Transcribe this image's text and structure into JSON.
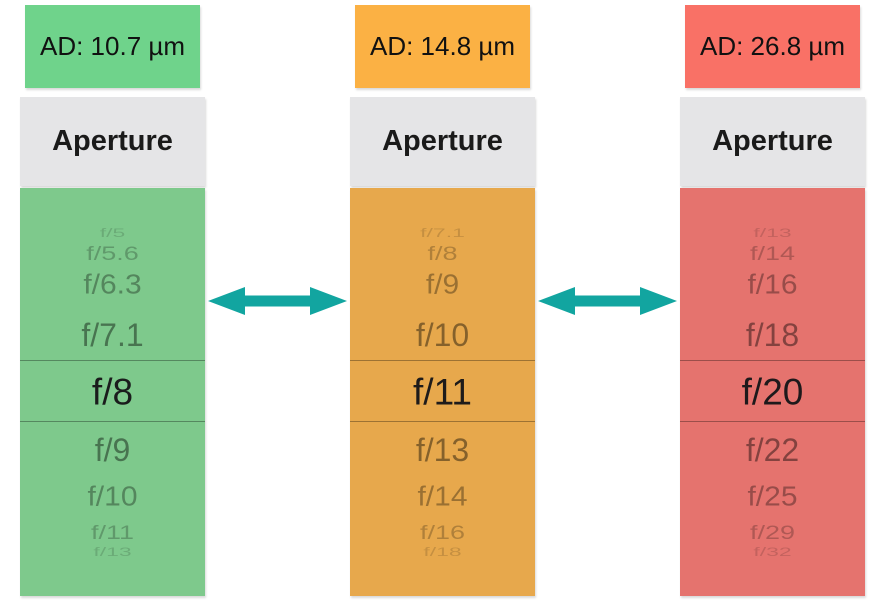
{
  "columns": [
    {
      "ad_label": "AD: 10.7 µm",
      "picker_label": "Aperture",
      "header_color": "#6fd38b",
      "body_color": "#7ec98c",
      "items": [
        "f/5",
        "f/5.6",
        "f/6.3",
        "f/7.1",
        "f/8",
        "f/9",
        "f/10",
        "f/11",
        "f/13"
      ],
      "selected_index": 4,
      "selected_value": "f/8"
    },
    {
      "ad_label": "AD: 14.8 µm",
      "picker_label": "Aperture",
      "header_color": "#fbb144",
      "body_color": "#e7a84c",
      "items": [
        "f/7.1",
        "f/8",
        "f/9",
        "f/10",
        "f/11",
        "f/13",
        "f/14",
        "f/16",
        "f/18"
      ],
      "selected_index": 4,
      "selected_value": "f/11"
    },
    {
      "ad_label": "AD: 26.8 µm",
      "picker_label": "Aperture",
      "header_color": "#f97166",
      "body_color": "#e5736e",
      "items": [
        "f/13",
        "f/14",
        "f/16",
        "f/18",
        "f/20",
        "f/22",
        "f/25",
        "f/29",
        "f/32"
      ],
      "selected_index": 4,
      "selected_value": "f/20"
    }
  ],
  "arrows": {
    "color": "#12a5a0",
    "direction": "horizontal-double-headed",
    "count": 2
  }
}
